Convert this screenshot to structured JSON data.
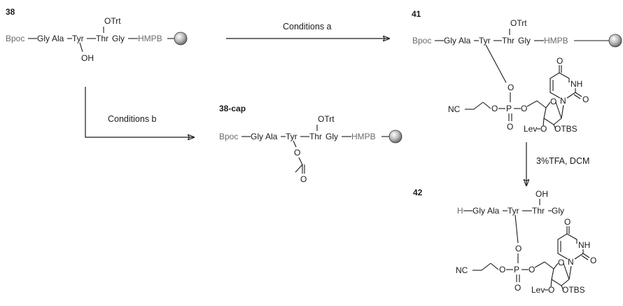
{
  "compounds": {
    "c38": {
      "id": "38",
      "chain": [
        "Bpoc",
        "Gly",
        "Ala",
        "Tyr",
        "Thr",
        "Gly",
        "HMPB"
      ],
      "thr_group": "OTrt",
      "tyr_group": "OH"
    },
    "c38cap": {
      "id": "38-cap",
      "chain": [
        "Bpoc",
        "Gly",
        "Ala",
        "Tyr",
        "Thr",
        "Gly",
        "HMPB"
      ],
      "thr_group": "OTrt",
      "tyr_group": "O"
    },
    "c41": {
      "id": "41",
      "chain": [
        "Bpoc",
        "Gly",
        "Ala",
        "Tyr",
        "Thr",
        "Gly",
        "HMPB"
      ],
      "thr_group": "OTrt",
      "atoms": {
        "o_tyr": "O",
        "o_p": "O",
        "p": "P",
        "o_ce": "O",
        "o_5": "O",
        "o_dbl": "O",
        "nc": "NC",
        "o_ring": "O",
        "n1": "N",
        "nh": "NH",
        "o_c2": "O",
        "o_c4": "O",
        "lev": "Lev",
        "o_lev": "O",
        "otbs": "OTBS"
      }
    },
    "c42": {
      "id": "42",
      "chain": [
        "H",
        "Gly",
        "Ala",
        "Tyr",
        "Thr",
        "Gly"
      ],
      "thr_group": "OH",
      "atoms": {
        "o_tyr": "O",
        "o_p": "O",
        "p": "P",
        "o_ce": "O",
        "o_5": "O",
        "o_dbl": "O",
        "nc": "NC",
        "o_ring": "O",
        "n1": "N",
        "nh": "NH",
        "o_c2": "O",
        "o_c4": "O",
        "lev": "Lev",
        "o_lev": "O",
        "otbs": "OTBS"
      }
    }
  },
  "arrows": {
    "a": {
      "prefix": "Conditions ",
      "letter": "a"
    },
    "b": {
      "prefix": "Conditions ",
      "letter": "b"
    },
    "c": {
      "label": "3%TFA, DCM"
    }
  }
}
